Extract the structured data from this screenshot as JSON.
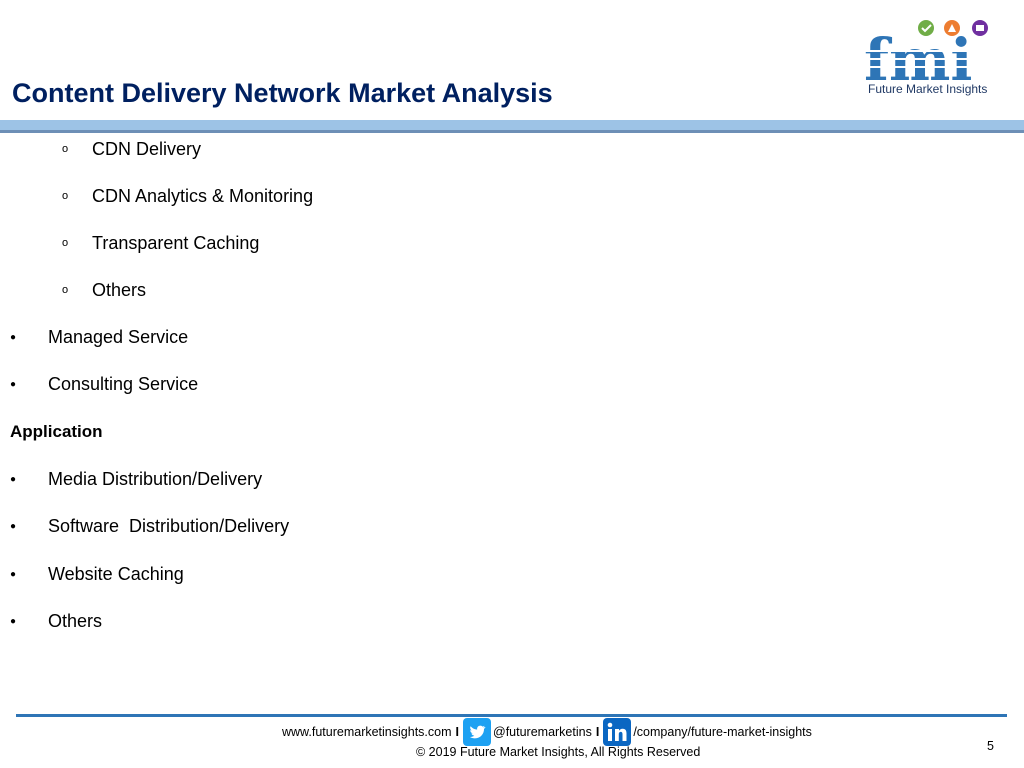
{
  "header": {
    "title": "Content Delivery Network Market Analysis",
    "logo_letters": "fmi",
    "logo_text": "Future Market Insights"
  },
  "sub_items": [
    "CDN Delivery",
    "CDN Analytics & Monitoring",
    "Transparent Caching",
    "Others"
  ],
  "sub_marker": "o",
  "bullet_marker": "●",
  "service_items": [
    "Managed Service",
    "Consulting Service"
  ],
  "application": {
    "heading": "Application",
    "items": [
      "Media Distribution/Delivery",
      "Software  Distribution/Delivery",
      "Website Caching",
      "Others"
    ]
  },
  "footer": {
    "website": "www.futuremarketinsights.com",
    "separator": "I",
    "twitter": "@futuremarketins",
    "linkedin": "/company/future-market-insights",
    "copyright": "© 2019 Future Market Insights, All Rights Reserved",
    "page_number": "5"
  },
  "colors": {
    "title": "#002060",
    "band_light": "#9dc3e6",
    "band_dark": "#6d8fb6",
    "logo_blue": "#2e75b6",
    "footer_line": "#2e75b6",
    "twitter_blue": "#1da1f2",
    "linkedin_blue": "#0a66c2"
  },
  "icons": [
    "fmi-logo-icon",
    "twitter-icon",
    "linkedin-icon"
  ]
}
